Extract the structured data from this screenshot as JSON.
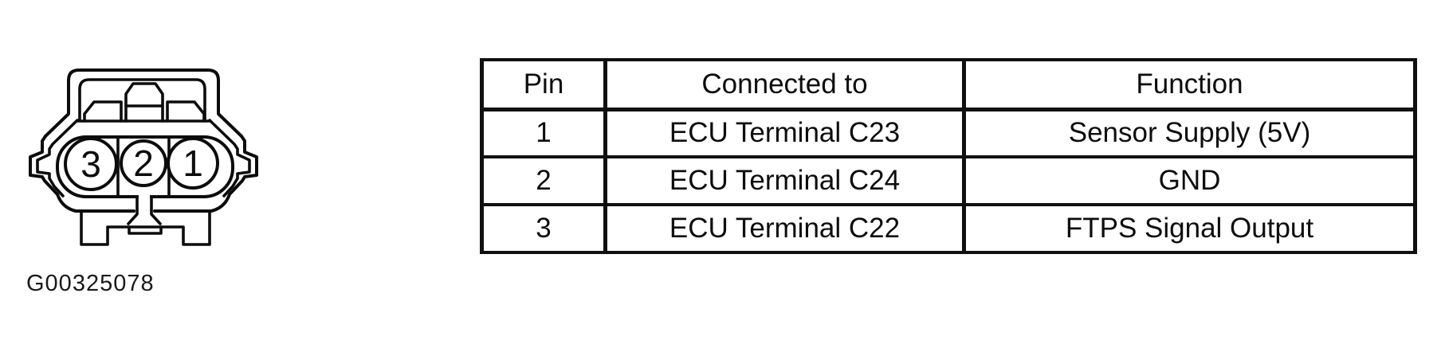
{
  "figure": {
    "label": "G00325078"
  },
  "connector": {
    "description": "3-pin connector face view",
    "pins": [
      "3",
      "2",
      "1"
    ]
  },
  "pin_table": {
    "headers": [
      "Pin",
      "Connected to",
      "Function"
    ],
    "rows": [
      [
        "1",
        "ECU Terminal C23",
        "Sensor Supply (5V)"
      ],
      [
        "2",
        "ECU Terminal C24",
        "GND"
      ],
      [
        "3",
        "ECU Terminal C22",
        "FTPS Signal Output"
      ]
    ]
  },
  "colors": {
    "ink": "#0c0c0c",
    "paper": "#ffffff"
  }
}
